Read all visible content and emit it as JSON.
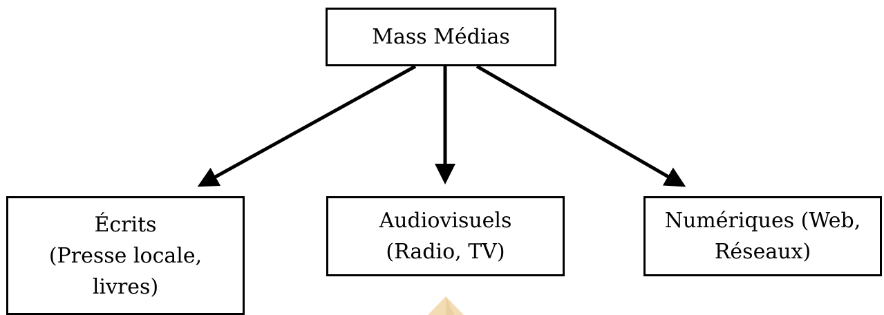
{
  "root": {
    "label": "Mass Médias"
  },
  "children": [
    {
      "lines": [
        "Écrits",
        "(Presse locale,",
        "livres)"
      ]
    },
    {
      "lines": [
        "Audiovisuels",
        "(Radio, TV)"
      ]
    },
    {
      "lines": [
        "Numériques (Web,",
        "Réseaux)"
      ]
    }
  ],
  "colors": {
    "stroke": "#000000",
    "background": "#ffffff",
    "watermark": "#f3dcb4"
  }
}
